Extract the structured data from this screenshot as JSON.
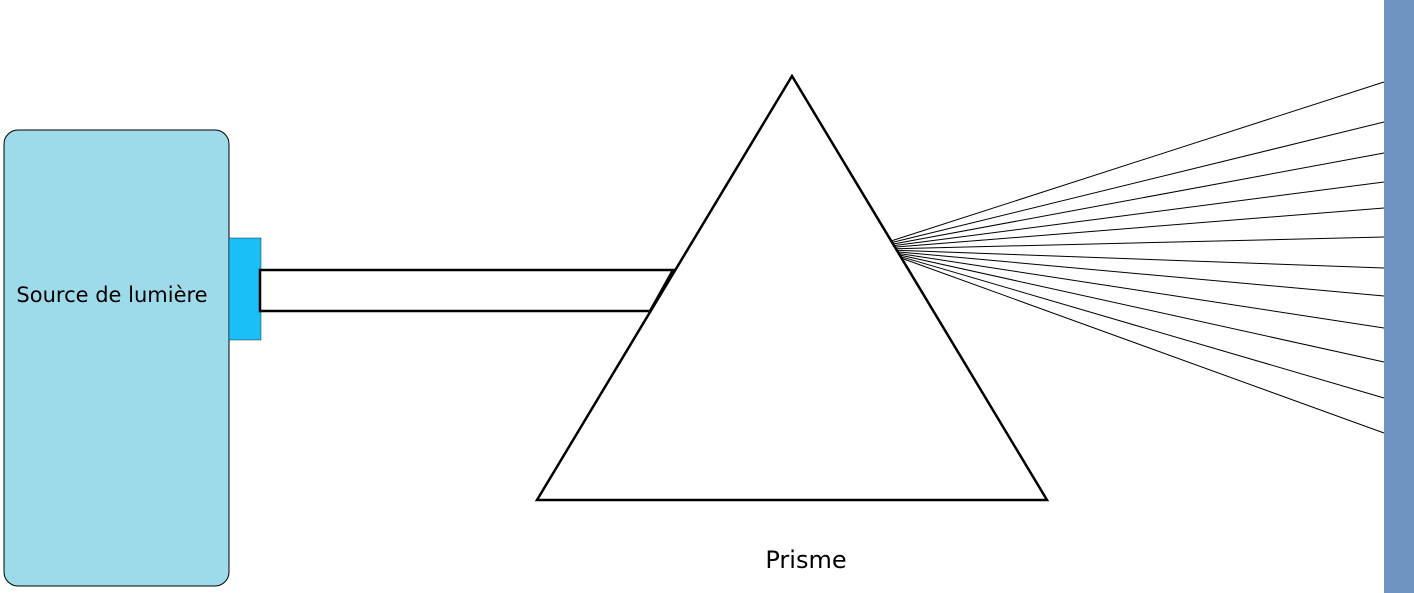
{
  "labels": {
    "source": "Source de lumière",
    "prism": "Prisme"
  },
  "colors": {
    "source_body": "#9ddbea",
    "source_nozzle": "#1bbff7",
    "screen": "#7094c2",
    "stroke": "#000000",
    "background": "#ffffff"
  },
  "diagram": {
    "dispersed_rays": 12
  }
}
